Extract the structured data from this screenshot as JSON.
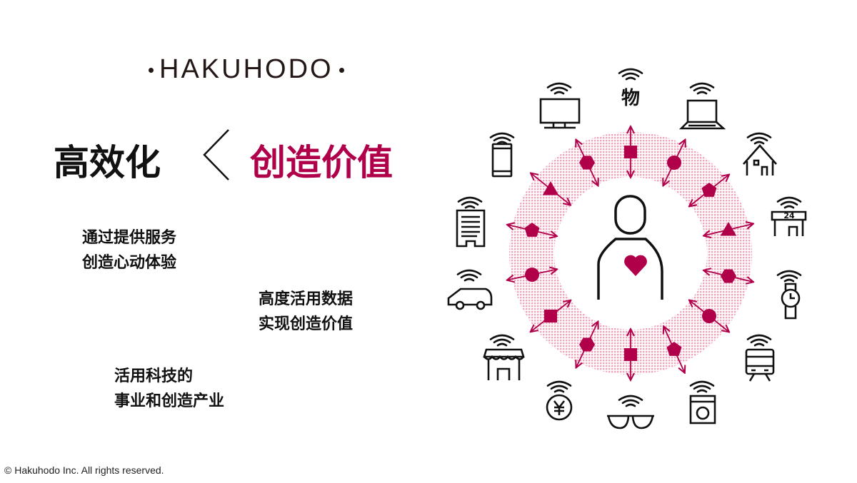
{
  "logo": {
    "text": "HAKUHODO"
  },
  "headline": {
    "left": "高效化",
    "right": "创造价值",
    "right_color": "#b0004a"
  },
  "blocks": [
    {
      "line1": "通过提供服务",
      "line2": "创造心动体验"
    },
    {
      "line1": "高度活用数据",
      "line2": "实现创造价值"
    },
    {
      "line1": "活用科技的",
      "line2": "事业和创造产业"
    }
  ],
  "diagram": {
    "center_label": "物",
    "store_label": "24",
    "accent": "#b0004a",
    "ring_color": "#f4c5d2",
    "icons": [
      "tv-icon",
      "laptop-icon",
      "smartphone-icon",
      "house-icon",
      "building-icon",
      "convenience-store-icon",
      "car-icon",
      "watch-icon",
      "shop-icon",
      "train-icon",
      "yen-coin-icon",
      "glasses-icon",
      "washing-machine-icon"
    ],
    "marks": [
      "square",
      "circle",
      "pentagon",
      "triangle",
      "hexagon",
      "circle",
      "pentagon",
      "square",
      "hexagon",
      "square",
      "circle",
      "pentagon",
      "triangle",
      "hexagon"
    ]
  },
  "footer": {
    "copyright": "© Hakuhodo Inc. All rights reserved."
  }
}
